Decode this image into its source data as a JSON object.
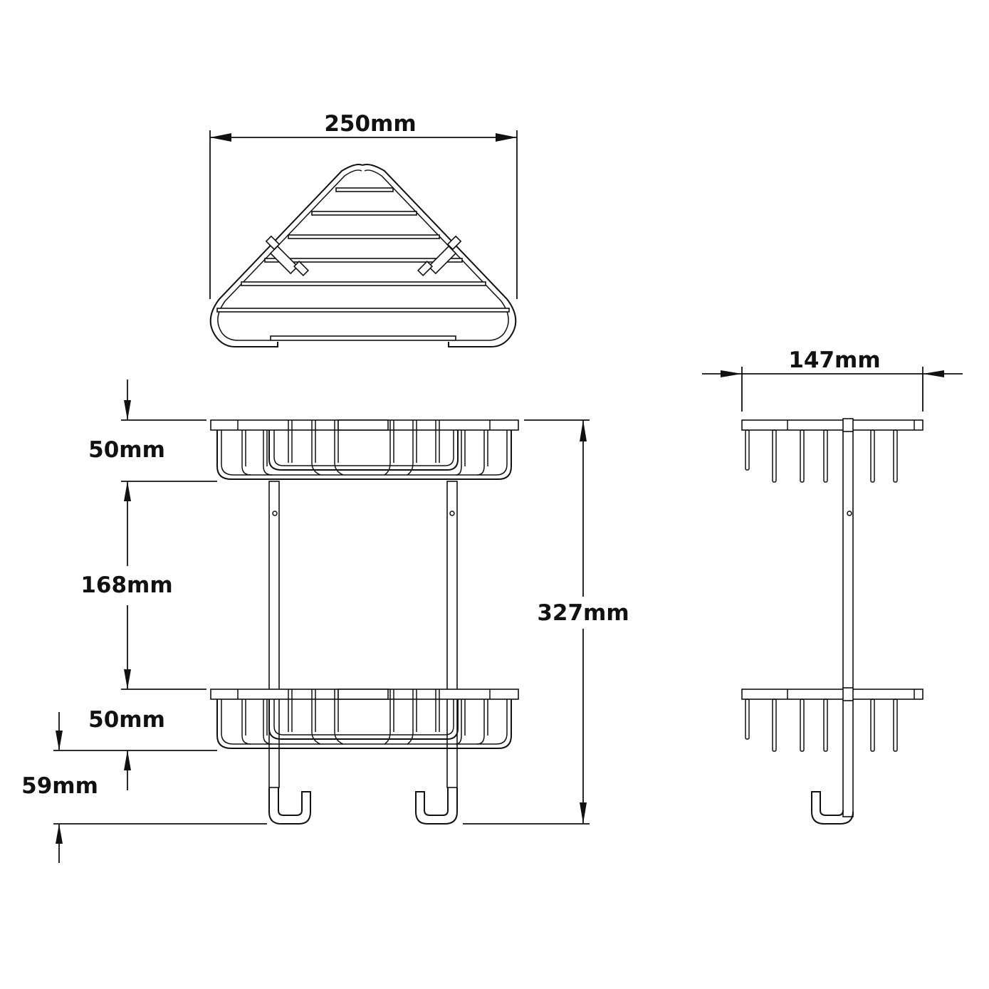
{
  "drawing": {
    "title": "Two-tier corner shower basket dimension drawing",
    "views": [
      "top-view",
      "front-view",
      "side-view"
    ],
    "line_color": "#111111",
    "background": "#ffffff"
  },
  "dimensions": {
    "top_width": "250mm",
    "side_depth": "147mm",
    "overall_height": "327mm",
    "upper_basket_height": "50mm",
    "gap_between_baskets": "168mm",
    "lower_basket_height": "50mm",
    "hook_drop": "59mm"
  }
}
